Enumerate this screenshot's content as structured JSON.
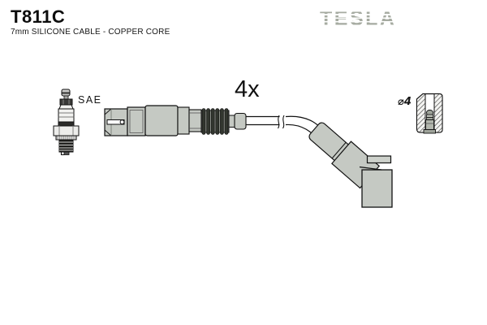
{
  "header": {
    "part_number": "T811C",
    "subtitle": "7mm SILICONE CABLE - COPPER CORE",
    "brand": "TESLA"
  },
  "drawing": {
    "quantity_label": "4x",
    "spark_plug_terminal_label": "SAE",
    "terminal_diameter_label": "⌀4"
  },
  "figures": [
    {
      "name": "spark-plug",
      "label": "SAE"
    },
    {
      "name": "ignition-cable",
      "label": "4x"
    },
    {
      "name": "terminal-cup-cross-section",
      "label": "⌀4"
    }
  ],
  "colors": {
    "background": "#ffffff",
    "outline": "#151515",
    "component_gray": "#c5c9c3",
    "component_gray_dark": "#9ba097",
    "rib_dark": "#32362f",
    "brand_gray": "#a6aba1"
  }
}
